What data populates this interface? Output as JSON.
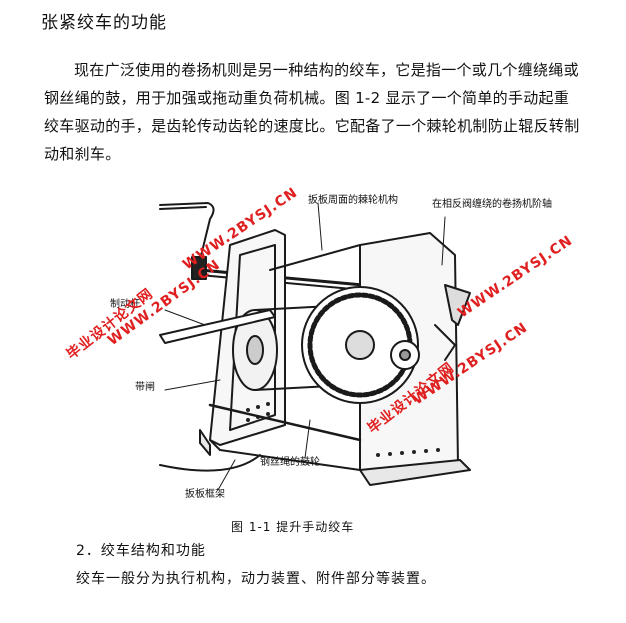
{
  "heading": "张紧绞车的功能",
  "paragraph": "现在广泛使用的卷扬机则是另一种结构的绞车，它是指一个或几个缠绕绳或钢丝绳的鼓，用于加强或拖动重负荷机械。图 1-2 显示了一个简单的手动起重绞车驱动的手，是齿轮传动齿轮的速度比。它配备了一个棘轮机制防止辊反转制动和刹车。",
  "figure": {
    "labels": {
      "ratchet_mechanism": "扳板周面的棘轮机构",
      "rope_shaft": "在相反阀缠绕的卷扬机阶轴",
      "brake_lever": "制动杆",
      "brake_band": "带闸",
      "wire_drum": "钢丝绳的鼓轮",
      "frame": "扳板框架"
    },
    "caption": "图 1-1  提升手动绞车"
  },
  "section": {
    "subheading": "2．绞车结构和功能",
    "text": "绞车一般分为执行机构，动力装置、附件部分等装置。"
  },
  "watermarks": {
    "site_cn": "毕业设计论文网",
    "site_url": "WWW.2BYSJ.CN",
    "color": "#e02020"
  }
}
